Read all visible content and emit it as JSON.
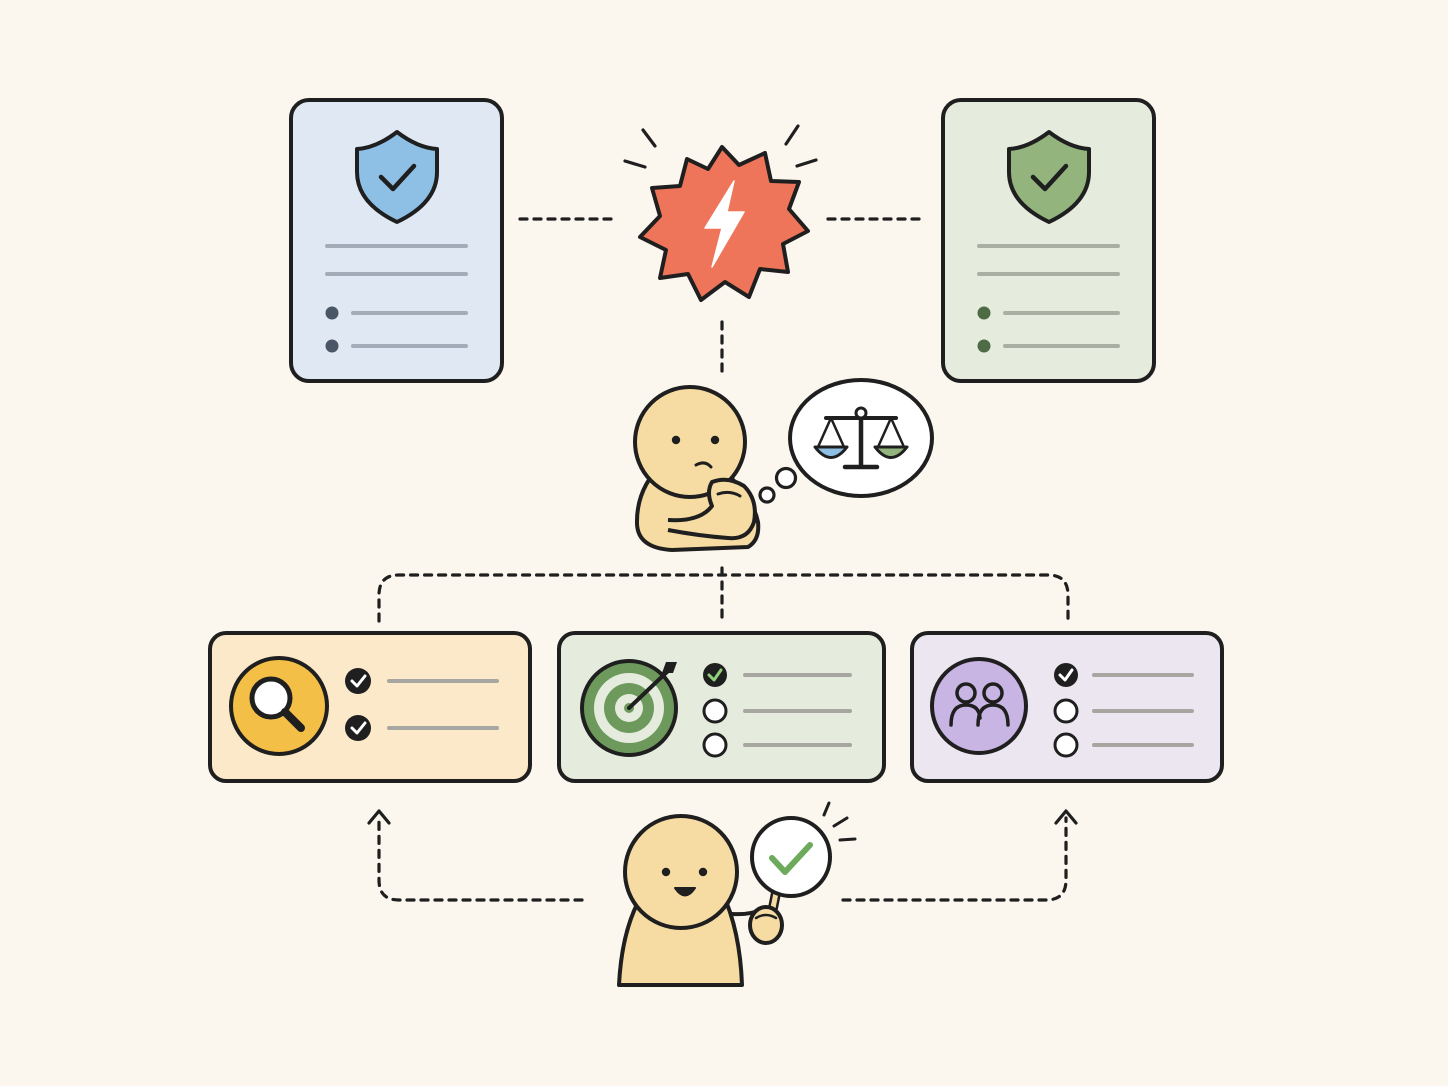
{
  "colors": {
    "background": "#fbf7ee",
    "outline": "#1f1f1f",
    "policy_a_fill": "#dfe8f3",
    "policy_a_accent": "#8ebfe5",
    "policy_b_fill": "#e6ecdd",
    "policy_b_accent": "#93b57d",
    "conflict_burst": "#ee7559",
    "person_skin": "#f6dca3",
    "search_card_fill": "#fbe9c9",
    "search_icon": "#f3bf47",
    "target_card_fill": "#e6ecdd",
    "target_icon": "#6d9a5c",
    "people_card_fill": "#ebe6f0",
    "people_icon": "#c9b5e3",
    "approval_check": "#6daa5b"
  },
  "diagram": {
    "top_documents": [
      {
        "icon": "shield-check-icon",
        "accent": "policy_a_accent",
        "text_lines": 2,
        "bullet_lines": 2
      },
      {
        "icon": "shield-check-icon",
        "accent": "policy_b_accent",
        "text_lines": 2,
        "bullet_lines": 2
      }
    ],
    "conflict": {
      "icon": "lightning-burst-icon"
    },
    "thinker": {
      "expression": "pondering",
      "thought_icon": "balance-scale-icon"
    },
    "option_cards": [
      {
        "icon": "magnifier-icon",
        "checks": [
          "checked",
          "checked"
        ]
      },
      {
        "icon": "target-arrow-icon",
        "checks": [
          "checked",
          "empty",
          "empty"
        ]
      },
      {
        "icon": "people-group-icon",
        "checks": [
          "checked",
          "empty",
          "empty"
        ]
      }
    ],
    "approver": {
      "expression": "smiling",
      "sign_icon": "checkmark-icon"
    }
  }
}
